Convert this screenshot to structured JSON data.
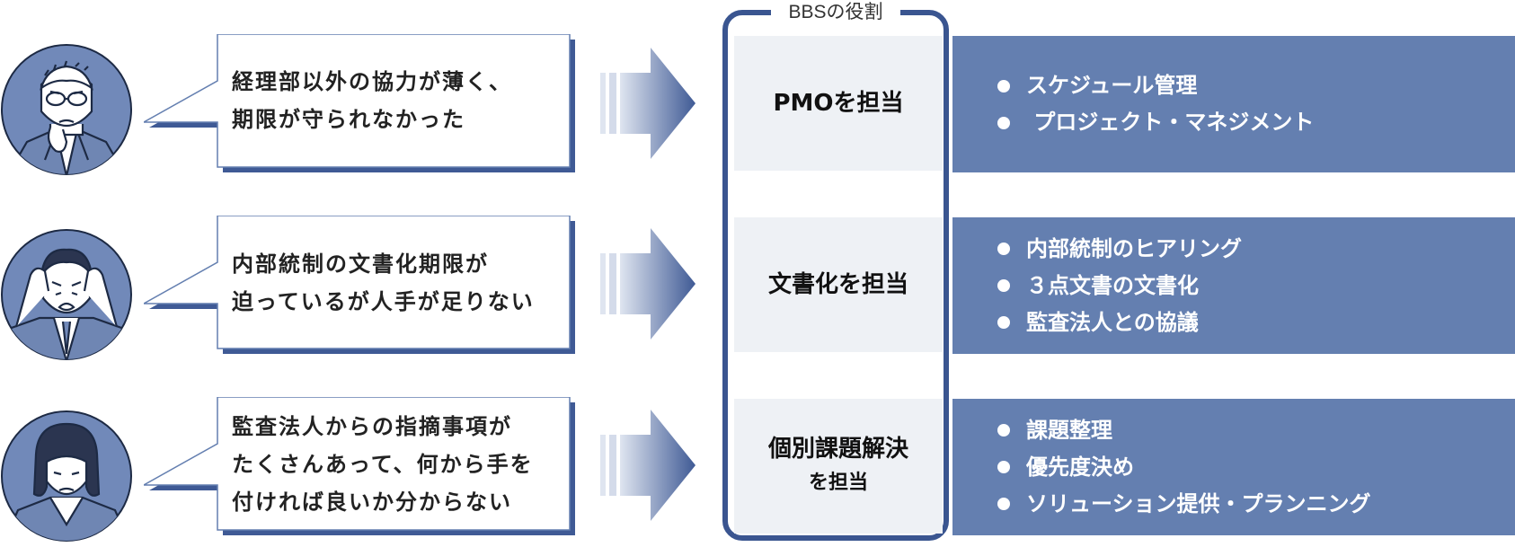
{
  "frame_label": "BBSの役割",
  "rows": [
    {
      "avatar_icon": "worried-man-glasses-icon",
      "problem_lines": [
        "経理部以外の協力が薄く、",
        "期限が守られなかった"
      ],
      "role_lines": [
        {
          "text": "PMOを担当",
          "size": "big"
        }
      ],
      "tasks": [
        "スケジュール管理",
        " プロジェクト・マネジメント"
      ]
    },
    {
      "avatar_icon": "stressed-man-head-in-hands-icon",
      "problem_lines": [
        "内部統制の文書化期限が",
        "迫っているが人手が足りない"
      ],
      "role_lines": [
        {
          "text": "文書化を担当",
          "size": "big"
        }
      ],
      "tasks": [
        "内部統制のヒアリング",
        "３点文書の文書化",
        "監査法人との協議"
      ]
    },
    {
      "avatar_icon": "troubled-woman-icon",
      "problem_lines": [
        "監査法人からの指摘事項が",
        "たくさんあって、何から手を",
        "付ければ良いか分からない"
      ],
      "role_lines": [
        {
          "text": "個別課題解決",
          "size": "big"
        },
        {
          "text": "を担当",
          "size": "small"
        }
      ],
      "tasks": [
        "課題整理",
        "優先度決め",
        "ソリューション提供・プランニング"
      ]
    }
  ],
  "colors": {
    "navy": "#3a5590",
    "band": "#647fb0",
    "avatar_bg": "#7189b9",
    "role_bg": "#eef1f5"
  }
}
